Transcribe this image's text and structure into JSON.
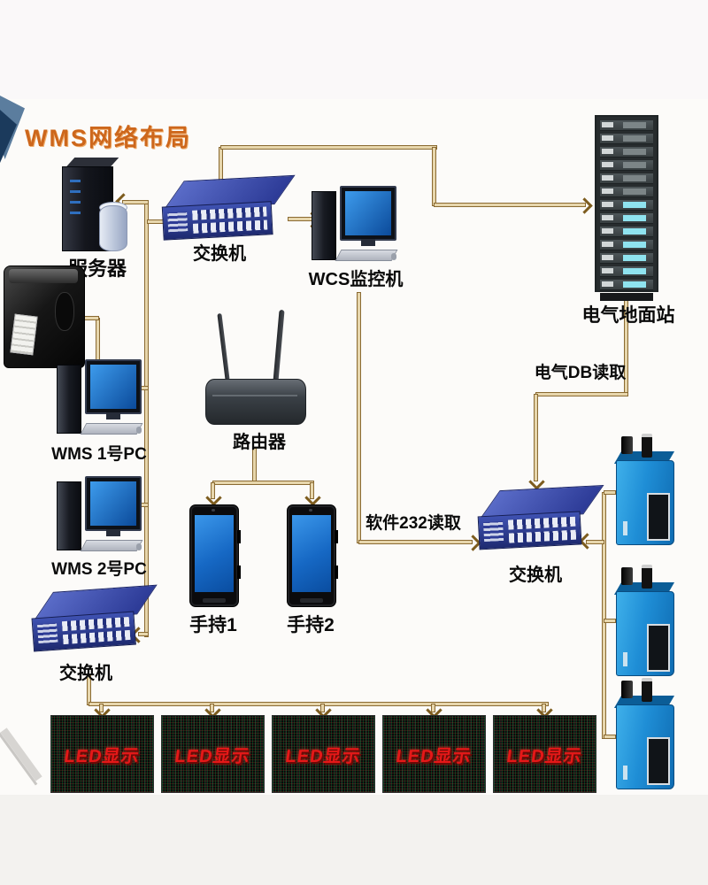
{
  "title": "WMS网络布局",
  "devices": {
    "server": "服务器",
    "switch_top": "交换机",
    "wcs_monitor": "WCS监控机",
    "ground_station": "电气地面站",
    "router": "路由器",
    "wms_pc_1": "WMS 1号PC",
    "wms_pc_2": "WMS 2号PC",
    "handheld_1": "手持1",
    "handheld_2": "手持2",
    "switch_bottom_left": "交换机",
    "switch_right": "交换机",
    "led_display": "LED显示"
  },
  "connection_labels": {
    "db_read": "电气DB读取",
    "serial_read": "软件232读取"
  },
  "colors": {
    "title": "#cd671c",
    "line_outline": "#8a6a32",
    "line_fill": "#e7d6ac",
    "led_text": "#e51818",
    "switch_body": "#2c3a96",
    "scanner_body": "#1f8ed6"
  }
}
